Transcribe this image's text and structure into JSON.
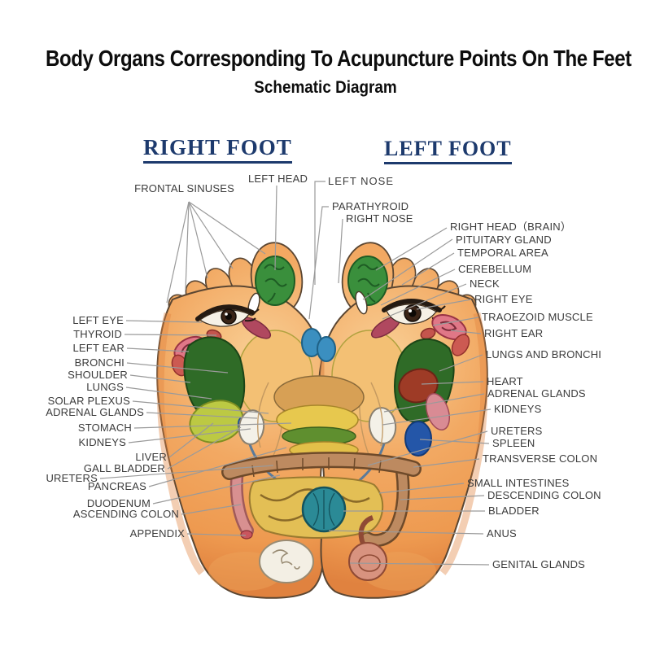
{
  "title": "Body Organs Corresponding To Acupuncture Points On The Feet",
  "subtitle": "Schematic Diagram",
  "feet_headers": {
    "right": "RIGHT FOOT",
    "left": "LEFT FOOT"
  },
  "labels": {
    "top": [
      {
        "text": "LEFT HEAD"
      },
      {
        "text": "LEFT NOSE"
      }
    ],
    "left": [
      {
        "text": "FRONTAL SINUSES"
      },
      {
        "text": "LEFT EYE"
      },
      {
        "text": "THYROID"
      },
      {
        "text": "LEFT EAR"
      },
      {
        "text": "BRONCHI"
      },
      {
        "text": "SHOULDER"
      },
      {
        "text": "LUNGS"
      },
      {
        "text": "SOLAR PLEXUS"
      },
      {
        "text": "ADRENAL GLANDS"
      },
      {
        "text": "STOMACH"
      },
      {
        "text": "KIDNEYS"
      },
      {
        "text": "LIVER"
      },
      {
        "text": "GALL BLADDER"
      },
      {
        "text": "URETERS"
      },
      {
        "text": "PANCREAS"
      },
      {
        "text": "DUODENUM"
      },
      {
        "text": "ASCENDING COLON"
      },
      {
        "text": "APPENDIX"
      }
    ],
    "right": [
      {
        "text": "PARATHYROID"
      },
      {
        "text": "RIGHT NOSE"
      },
      {
        "text": "RIGHT HEAD（BRAIN）"
      },
      {
        "text": "PITUITARY GLAND"
      },
      {
        "text": "TEMPORAL AREA"
      },
      {
        "text": "CEREBELLUM"
      },
      {
        "text": "NECK"
      },
      {
        "text": "RIGHT EYE"
      },
      {
        "text": "TRAOEZOID MUSCLE"
      },
      {
        "text": "RIGHT EAR"
      },
      {
        "text": "LUNGS AND BRONCHI"
      },
      {
        "text": "HEART"
      },
      {
        "text": "ADRENAL GLANDS"
      },
      {
        "text": "KIDNEYS"
      },
      {
        "text": "URETERS"
      },
      {
        "text": "SPLEEN"
      },
      {
        "text": "TRANSVERSE COLON"
      },
      {
        "text": "SMALL INTESTINES"
      },
      {
        "text": "DESCENDING COLON"
      },
      {
        "text": "BLADDER"
      },
      {
        "text": "ANUS"
      },
      {
        "text": "GENITAL GLANDS"
      }
    ]
  },
  "colors": {
    "title_text": "#0d0d0d",
    "header_text": "#1d3a6d",
    "label_text": "#3b3b3b",
    "leader_line": "#9a9a9a",
    "skin": "#f2a963",
    "skin_shadow": "#e0823f",
    "brain_green": "#3a8f3c",
    "lungs_green": "#2f6b27",
    "liver_yellow_green": "#bcc943",
    "colon_brown": "#bd8a60",
    "intestines_yellow": "#e3bf55",
    "bladder_teal": "#2b8a96",
    "spleen_blue": "#2456a8",
    "thyroid_blue": "#3b8fc0",
    "ear_pink": "#e07787",
    "heart_red": "#9e3b26",
    "organ_white": "#f4f1e8",
    "genital_pink": "#d8937f"
  },
  "diagram_type": "foot reflexology schematic"
}
